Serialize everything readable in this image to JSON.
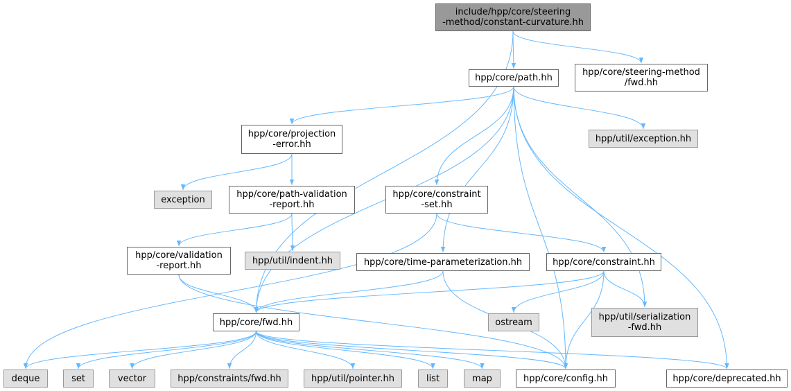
{
  "graph": {
    "edge_color": "#63b8ff",
    "nodes": [
      {
        "id": "root",
        "label": "include/hpp/core/steering\n-method/constant-curvature.hh",
        "style": "root"
      },
      {
        "id": "path",
        "label": "hpp/core/path.hh",
        "style": "doc"
      },
      {
        "id": "sm_fwd",
        "label": "hpp/core/steering-method\n/fwd.hh",
        "style": "doc"
      },
      {
        "id": "proj",
        "label": "hpp/core/projection\n-error.hh",
        "style": "doc"
      },
      {
        "id": "util_exc",
        "label": "hpp/util/exception.hh",
        "style": "ext"
      },
      {
        "id": "exception",
        "label": "exception",
        "style": "ext"
      },
      {
        "id": "pvr",
        "label": "hpp/core/path-validation\n-report.hh",
        "style": "doc"
      },
      {
        "id": "cset",
        "label": "hpp/core/constraint\n-set.hh",
        "style": "doc"
      },
      {
        "id": "vr",
        "label": "hpp/core/validation\n-report.hh",
        "style": "doc"
      },
      {
        "id": "indent",
        "label": "hpp/util/indent.hh",
        "style": "ext"
      },
      {
        "id": "tp",
        "label": "hpp/core/time-parameterization.hh",
        "style": "doc"
      },
      {
        "id": "constraint",
        "label": "hpp/core/constraint.hh",
        "style": "doc"
      },
      {
        "id": "core_fwd",
        "label": "hpp/core/fwd.hh",
        "style": "doc"
      },
      {
        "id": "ostream",
        "label": "ostream",
        "style": "ext"
      },
      {
        "id": "serial",
        "label": "hpp/util/serialization\n-fwd.hh",
        "style": "ext"
      },
      {
        "id": "deque",
        "label": "deque",
        "style": "ext"
      },
      {
        "id": "set",
        "label": "set",
        "style": "ext"
      },
      {
        "id": "vector",
        "label": "vector",
        "style": "ext"
      },
      {
        "id": "cons_fwd",
        "label": "hpp/constraints/fwd.hh",
        "style": "ext"
      },
      {
        "id": "pointer",
        "label": "hpp/util/pointer.hh",
        "style": "ext"
      },
      {
        "id": "list",
        "label": "list",
        "style": "ext"
      },
      {
        "id": "map",
        "label": "map",
        "style": "ext"
      },
      {
        "id": "config",
        "label": "hpp/core/config.hh",
        "style": "doc"
      },
      {
        "id": "deprecated",
        "label": "hpp/core/deprecated.hh",
        "style": "doc"
      }
    ],
    "edges": [
      [
        "root",
        "path"
      ],
      [
        "root",
        "sm_fwd"
      ],
      [
        "root",
        "core_fwd"
      ],
      [
        "path",
        "proj"
      ],
      [
        "path",
        "util_exc"
      ],
      [
        "path",
        "cset"
      ],
      [
        "path",
        "tp"
      ],
      [
        "path",
        "serial"
      ],
      [
        "path",
        "config"
      ],
      [
        "path",
        "deprecated"
      ],
      [
        "path",
        "core_fwd"
      ],
      [
        "proj",
        "exception"
      ],
      [
        "proj",
        "pvr"
      ],
      [
        "pvr",
        "vr"
      ],
      [
        "pvr",
        "indent"
      ],
      [
        "cset",
        "constraint"
      ],
      [
        "cset",
        "deque"
      ],
      [
        "vr",
        "core_fwd"
      ],
      [
        "vr",
        "config"
      ],
      [
        "tp",
        "core_fwd"
      ],
      [
        "tp",
        "config"
      ],
      [
        "constraint",
        "core_fwd"
      ],
      [
        "constraint",
        "ostream"
      ],
      [
        "constraint",
        "serial"
      ],
      [
        "constraint",
        "config"
      ],
      [
        "core_fwd",
        "deque"
      ],
      [
        "core_fwd",
        "set"
      ],
      [
        "core_fwd",
        "vector"
      ],
      [
        "core_fwd",
        "cons_fwd"
      ],
      [
        "core_fwd",
        "pointer"
      ],
      [
        "core_fwd",
        "list"
      ],
      [
        "core_fwd",
        "map"
      ],
      [
        "core_fwd",
        "config"
      ],
      [
        "core_fwd",
        "deprecated"
      ]
    ]
  }
}
